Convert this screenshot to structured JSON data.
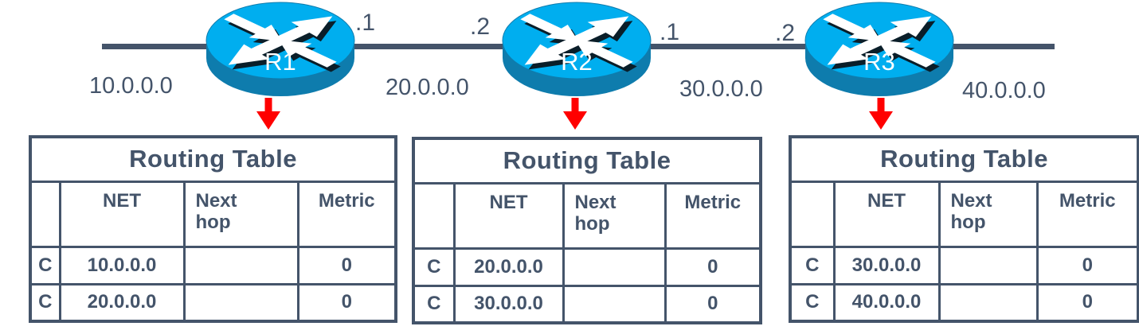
{
  "topology": {
    "routers": [
      {
        "name": "R1"
      },
      {
        "name": "R2"
      },
      {
        "name": "R3"
      }
    ],
    "networks": [
      "10.0.0.0",
      "20.0.0.0",
      "30.0.0.0",
      "40.0.0.0"
    ],
    "interface_labels": [
      ".1",
      ".2",
      ".1",
      ".2"
    ]
  },
  "routing_tables": [
    {
      "title": "Routing Table",
      "columns": [
        "",
        "NET",
        "Next hop",
        "Metric"
      ],
      "rows": [
        [
          "C",
          "10.0.0.0",
          "",
          "0"
        ],
        [
          "C",
          "20.0.0.0",
          "",
          "0"
        ]
      ]
    },
    {
      "title": "Routing Table",
      "columns": [
        "",
        "NET",
        "Next hop",
        "Metric"
      ],
      "rows": [
        [
          "C",
          "20.0.0.0",
          "",
          "0"
        ],
        [
          "C",
          "30.0.0.0",
          "",
          "0"
        ]
      ]
    },
    {
      "title": "Routing Table",
      "columns": [
        "",
        "NET",
        "Next hop",
        "Metric"
      ],
      "rows": [
        [
          "C",
          "30.0.0.0",
          "",
          "0"
        ],
        [
          "C",
          "40.0.0.0",
          "",
          "0"
        ]
      ]
    }
  ],
  "colors": {
    "slate": "#44546A",
    "router_top": "#00AEEF",
    "router_body": "#0E7CAD",
    "arrow_red": "#FF0000"
  }
}
